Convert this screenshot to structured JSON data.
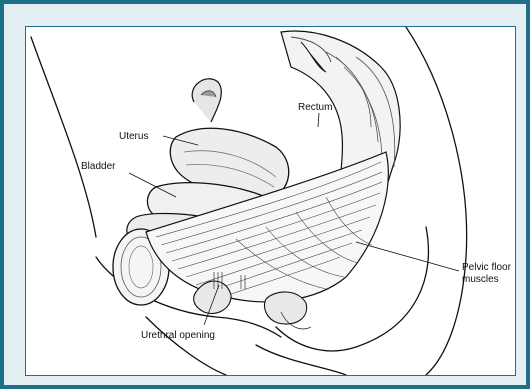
{
  "figure": {
    "labels": {
      "uterus": "Uterus",
      "rectum": "Rectum",
      "bladder": "Bladder",
      "pelvic_floor_line1": "Pelvic floor",
      "pelvic_floor_line2": "muscles",
      "urethral_opening": "Urethral opening"
    },
    "colors": {
      "frame": "#1f6f8a",
      "background": "#e3eff2",
      "panel": "#ffffff",
      "ink": "#111111"
    }
  }
}
